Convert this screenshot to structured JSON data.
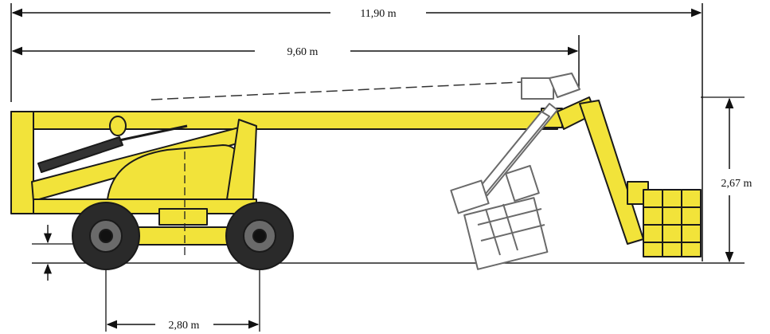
{
  "dimensions": {
    "overall_length": "11,90 m",
    "boom_reach": "9,60 m",
    "platform_height": "2,67 m",
    "wheelbase": "2,80 m"
  },
  "colors": {
    "machine_yellow": "#f2e33a",
    "outline": "#1a1a1a",
    "tire": "#2a2a2a",
    "ghost": "#8a8a8a"
  }
}
